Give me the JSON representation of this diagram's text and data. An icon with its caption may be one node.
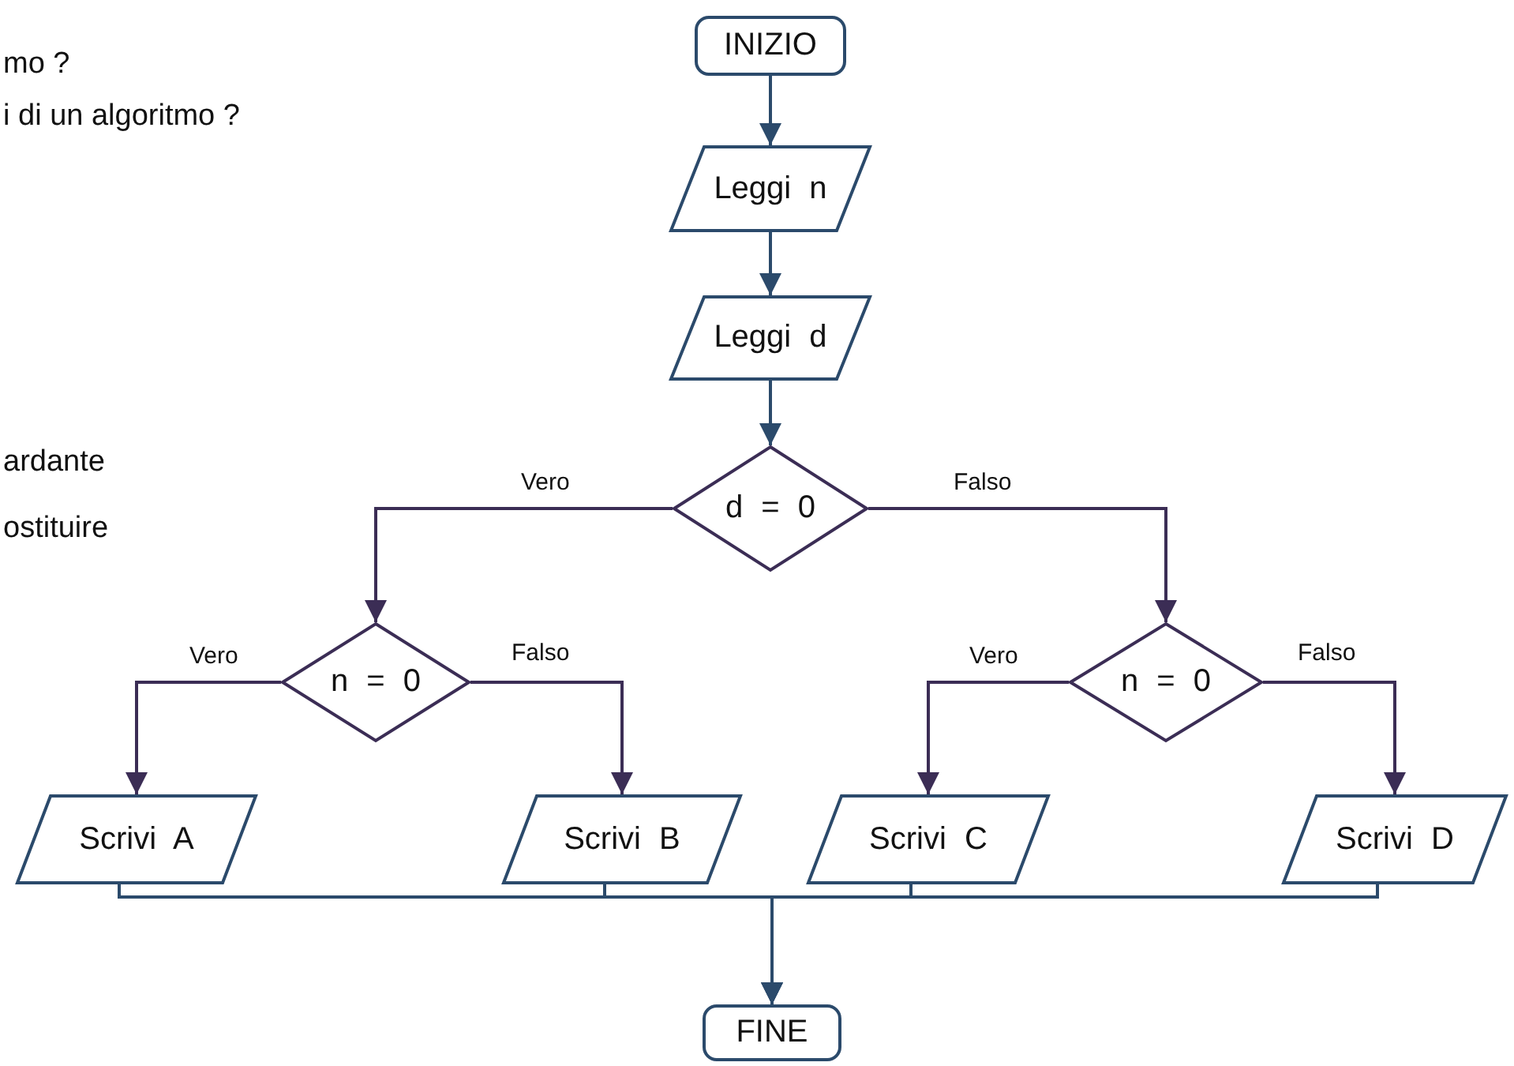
{
  "diagram": {
    "nodes": [
      {
        "text": [
          "INIZIO"
        ]
      },
      {
        "text": [
          "Leggi n"
        ]
      },
      {
        "text": [
          "Leggi d"
        ]
      },
      {
        "text": [
          "d = 0"
        ]
      },
      {
        "text": [
          "n = 0"
        ]
      },
      {
        "text": [
          "n = 0"
        ]
      },
      {
        "text": [
          "Scrivi A"
        ]
      },
      {
        "text": [
          "Scrivi B"
        ]
      },
      {
        "text": [
          "Scrivi C"
        ]
      },
      {
        "text": [
          "Scrivi D"
        ]
      },
      {
        "text": [
          "FINE"
        ]
      }
    ],
    "edges": [
      {
        "from": 0,
        "to": 1,
        "arrow": "to"
      },
      {
        "from": 1,
        "to": 2,
        "arrow": "to"
      },
      {
        "from": 2,
        "to": 3,
        "arrow": "to"
      },
      {
        "from": 3,
        "to": 4,
        "arrow": "to",
        "label": "Vero",
        "color": "#3b2d55"
      },
      {
        "from": 3,
        "to": 5,
        "arrow": "to",
        "label": "Falso",
        "color": "#3b2d55"
      },
      {
        "from": 4,
        "to": 6,
        "arrow": "to",
        "label": "Vero",
        "color": "#3b2d55"
      },
      {
        "from": 4,
        "to": 7,
        "arrow": "to",
        "label": "Falso",
        "color": "#3b2d55"
      },
      {
        "from": 5,
        "to": 8,
        "arrow": "to",
        "label": "Vero",
        "color": "#3b2d55"
      },
      {
        "from": 5,
        "to": 9,
        "arrow": "to",
        "label": "Falso",
        "color": "#3b2d55"
      },
      {
        "from": 6,
        "to": 10,
        "arrow": "to"
      },
      {
        "from": 7,
        "to": 10,
        "arrow": "to"
      },
      {
        "from": 8,
        "to": 10,
        "arrow": "to"
      },
      {
        "from": 9,
        "to": 10,
        "arrow": "to"
      }
    ],
    "labels": [
      "mo ?",
      "i di un algoritmo ?",
      "ardante",
      "ostituire"
    ]
  }
}
